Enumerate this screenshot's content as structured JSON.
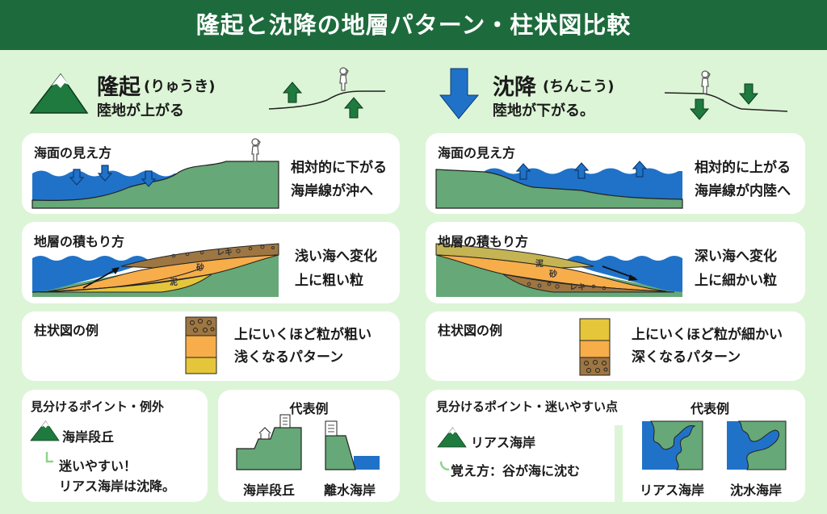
{
  "title": "隆起と沈降の地層パターン・柱状図比較",
  "colors": {
    "header": "#1d6b3c",
    "sea": "#1f72c8",
    "land": "#66a877",
    "gravel": "#9e7642",
    "sand": "#f7ad4a",
    "mud": "#e5c63b",
    "arrow_green": "#1e7a3e"
  },
  "uplift": {
    "title": "隆起",
    "reading": "(りゅうき)",
    "subtitle": "陸地が上がる",
    "sea_view": {
      "heading": "海面の見え方",
      "lines": [
        "相対的に下がる",
        "海岸線が沖へ"
      ]
    },
    "strata": {
      "heading": "地層の積もり方",
      "layers": [
        "レキ",
        "砂",
        "泥"
      ],
      "lines": [
        "浅い海へ変化",
        "上に粗い粒"
      ]
    },
    "column": {
      "heading": "柱状図の例",
      "lines": [
        "上にいくほど粒が粗い",
        "浅くなるパターン"
      ]
    },
    "points": {
      "heading": "見分けるポイント・例外",
      "item": "海岸段丘",
      "notes": [
        "迷いやすい！",
        "リアス海岸は沈降。"
      ]
    },
    "examples": {
      "heading": "代表例",
      "items": [
        "海岸段丘",
        "離水海岸"
      ]
    }
  },
  "subsidence": {
    "title": "沈降",
    "reading": "(ちんこう)",
    "subtitle": "陸地が下がる。",
    "sea_view": {
      "heading": "海面の見え方",
      "lines": [
        "相対的に上がる",
        "海岸線が内陸へ"
      ]
    },
    "strata": {
      "heading": "地層の積もり方",
      "layers": [
        "泥",
        "砂",
        "レキ"
      ],
      "lines": [
        "深い海へ変化",
        "上に細かい粒"
      ]
    },
    "column": {
      "heading": "柱状図の例",
      "lines": [
        "上にいくほど粒が細かい",
        "深くなるパターン"
      ]
    },
    "points": {
      "heading": "見分けるポイント・迷いやすい点",
      "item": "リアス海岸",
      "note": "覚え方：谷が海に沈む"
    },
    "examples": {
      "heading": "代表例",
      "items": [
        "リアス海岸",
        "沈水海岸"
      ]
    }
  }
}
